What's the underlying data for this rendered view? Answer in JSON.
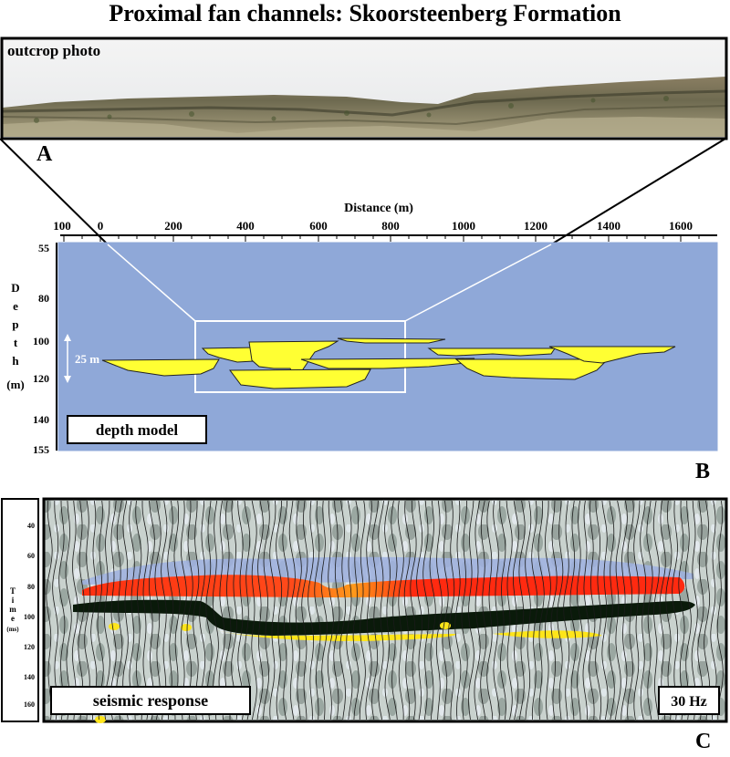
{
  "title": "Proximal fan channels: Skoorsteenberg Formation",
  "panel_a": {
    "label": "outcrop photo",
    "letter": "A"
  },
  "panel_b": {
    "letter": "B",
    "label": "depth model",
    "x_axis_label": "Distance (m)",
    "x_ticks": [
      "100",
      "0",
      "200",
      "400",
      "600",
      "800",
      "1000",
      "1200",
      "1400",
      "1600"
    ],
    "y_axis_label_letters": [
      "D",
      "e",
      "p",
      "t",
      "h"
    ],
    "y_axis_unit": "(m)",
    "y_ticks": [
      "55",
      "80",
      "100",
      "120",
      "140",
      "155"
    ],
    "scale_bar_label": "25 m",
    "colors": {
      "background": "#8fa8d8",
      "sand": "#ffff33"
    }
  },
  "panel_c": {
    "letter": "C",
    "label": "seismic response",
    "frequency_label": "30 Hz",
    "y_axis_label_letters": [
      "T",
      "i",
      "m",
      "e"
    ],
    "y_axis_unit": "(ms)",
    "y_ticks": [
      "40",
      "60",
      "80",
      "100",
      "120",
      "140",
      "160"
    ],
    "colors": {
      "positive_strong": "#ff2a10",
      "positive": "#ffe51a",
      "negative": "#0a1a0a",
      "background": "#aeb8b4"
    }
  }
}
